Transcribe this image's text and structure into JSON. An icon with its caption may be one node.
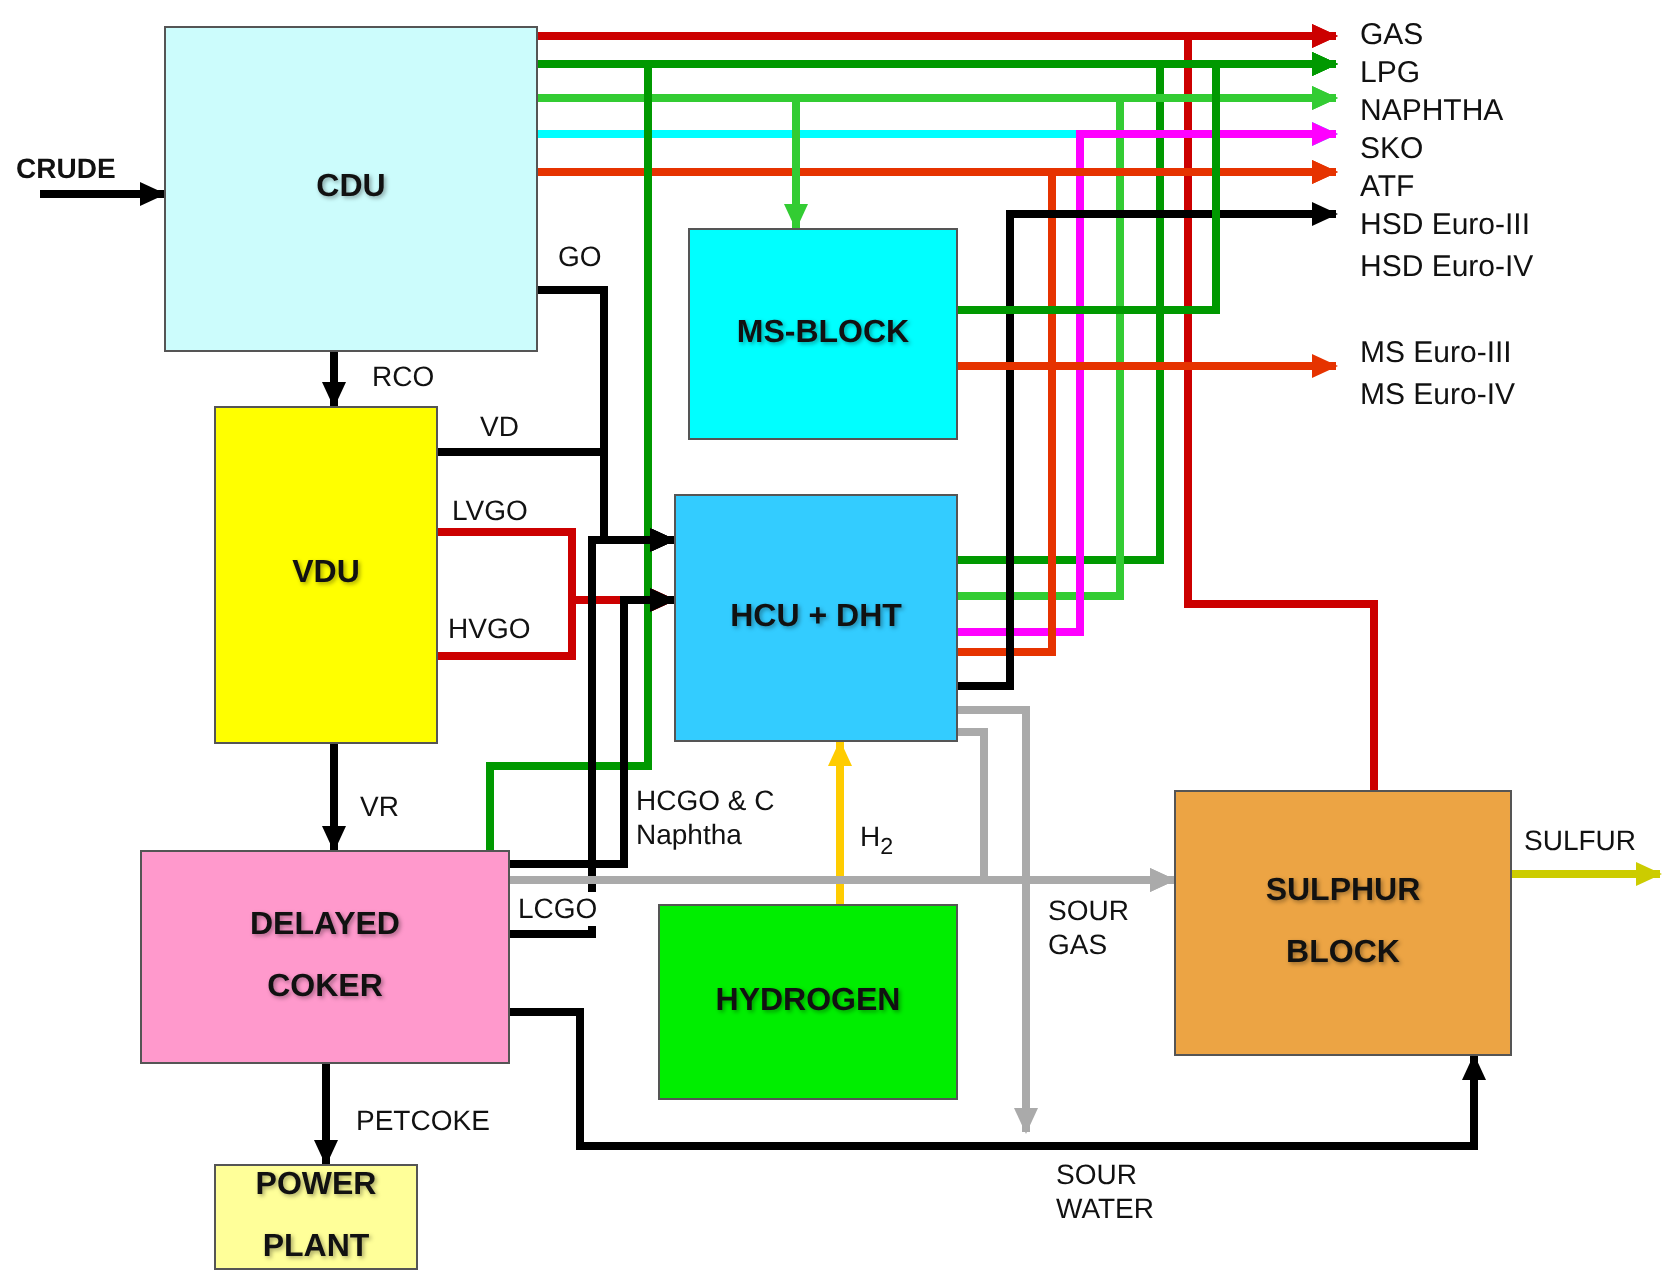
{
  "diagram": {
    "nodes": [
      {
        "text": [
          "CDU"
        ]
      },
      {
        "text": [
          "VDU"
        ]
      },
      {
        "text": [
          "MS-BLOCK"
        ]
      },
      {
        "text": [
          "HCU + DHT"
        ]
      },
      {
        "text": [
          "DELAYED COKER"
        ]
      },
      {
        "text": [
          "HYDROGEN"
        ]
      },
      {
        "text": [
          "SULPHUR BLOCK"
        ]
      },
      {
        "text": [
          "POWER PLANT"
        ]
      },
      {
        "text": [
          "GAS"
        ]
      },
      {
        "text": [
          "LPG"
        ]
      },
      {
        "text": [
          "NAPHTHA"
        ]
      },
      {
        "text": [
          "SKO"
        ]
      },
      {
        "text": [
          "ATF"
        ]
      },
      {
        "text": [
          "HSD Euro-III",
          "HSD Euro-IV"
        ]
      },
      {
        "text": [
          "MS Euro-III",
          "MS Euro-IV"
        ]
      }
    ],
    "edges": [
      {
        "from": null,
        "to": 0,
        "arrow": "to",
        "label": "CRUDE"
      },
      {
        "from": 0,
        "to": 8,
        "arrow": "to",
        "color": "#cc0000"
      },
      {
        "from": 0,
        "to": 9,
        "arrow": "to",
        "color": "#009900"
      },
      {
        "from": 0,
        "to": 10,
        "arrow": "to",
        "color": "#33cc33"
      },
      {
        "from": 0,
        "to": 11,
        "arrow": "to",
        "color": "#00ffff"
      },
      {
        "from": 0,
        "to": 12,
        "arrow": "to",
        "color": "#e63300"
      },
      {
        "from": 0,
        "to": 2,
        "arrow": "to",
        "color": "#33cc33"
      },
      {
        "from": 0,
        "to": 3,
        "arrow": "to",
        "label": "GO"
      },
      {
        "from": 0,
        "to": 1,
        "arrow": "to",
        "label": "RCO"
      },
      {
        "from": 1,
        "to": 3,
        "arrow": "to",
        "label": "VD"
      },
      {
        "from": 1,
        "to": 3,
        "arrow": "to",
        "label": "LVGO",
        "color": "#cc0000"
      },
      {
        "from": 1,
        "to": 3,
        "arrow": "to",
        "label": "HVGO",
        "color": "#cc0000"
      },
      {
        "from": 1,
        "to": 4,
        "arrow": "to",
        "label": "VR"
      },
      {
        "from": 4,
        "to": 9,
        "arrow": "to",
        "color": "#009900"
      },
      {
        "from": 4,
        "to": 3,
        "arrow": "to",
        "label": "HCGO & C Naphtha"
      },
      {
        "from": 4,
        "to": 3,
        "arrow": "to",
        "label": "LCGO"
      },
      {
        "from": 4,
        "to": 6,
        "arrow": "to",
        "label": "SOUR WATER"
      },
      {
        "from": 4,
        "to": 7,
        "arrow": "to",
        "label": "PETCOKE"
      },
      {
        "from": 5,
        "to": 3,
        "arrow": "to",
        "label": "H$_{2}$",
        "color": "#ffcc00"
      },
      {
        "from": 4,
        "to": 6,
        "arrow": "to",
        "label": "SOUR GAS",
        "color": "#aaaaaa"
      },
      {
        "from": 3,
        "to": 6,
        "arrow": "to",
        "color": "#aaaaaa"
      },
      {
        "from": 3,
        "to": null,
        "arrow": "to",
        "color": "#aaaaaa"
      },
      {
        "from": 6,
        "to": 8,
        "arrow": "to",
        "color": "#cc0000"
      },
      {
        "from": 3,
        "to": 9,
        "arrow": "to",
        "color": "#009900"
      },
      {
        "from": 3,
        "to": 10,
        "arrow": "to",
        "color": "#33cc33"
      },
      {
        "from": 3,
        "to": 11,
        "arrow": "to",
        "color": "#ff00ff"
      },
      {
        "from": 3,
        "to": 12,
        "arrow": "to",
        "color": "#e63300"
      },
      {
        "from": 3,
        "to": 13,
        "arrow": "to"
      },
      {
        "from": 2,
        "to": 9,
        "arrow": "to",
        "color": "#009900"
      },
      {
        "from": 2,
        "to": 14,
        "arrow": "to",
        "color": "#e63300"
      },
      {
        "from": 6,
        "to": null,
        "arrow": "to",
        "label": "SULFUR",
        "color": "#cccc00"
      }
    ]
  }
}
